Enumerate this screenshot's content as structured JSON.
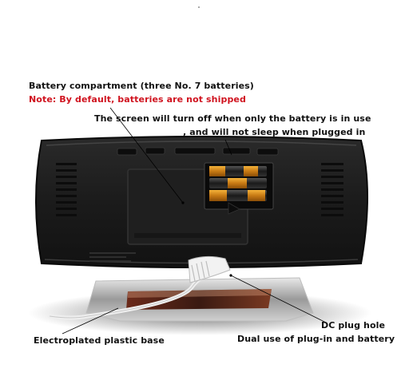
{
  "annotations": {
    "battery_compartment": "Battery compartment (three No. 7 batteries)",
    "note_batteries": "Note: By default, batteries are not shipped",
    "screen_line1": "The screen will turn off when only the battery is in use",
    "screen_line2": ", and will not sleep when plugged in",
    "plastic_base": "Electroplated plastic base",
    "dc_plug": "DC plug hole",
    "dual_use": "Dual use of plug-in and battery"
  },
  "colors": {
    "background": "#ffffff",
    "device_body": "#1c1c1c",
    "note_text": "#d0131f",
    "label_text": "#111111"
  }
}
